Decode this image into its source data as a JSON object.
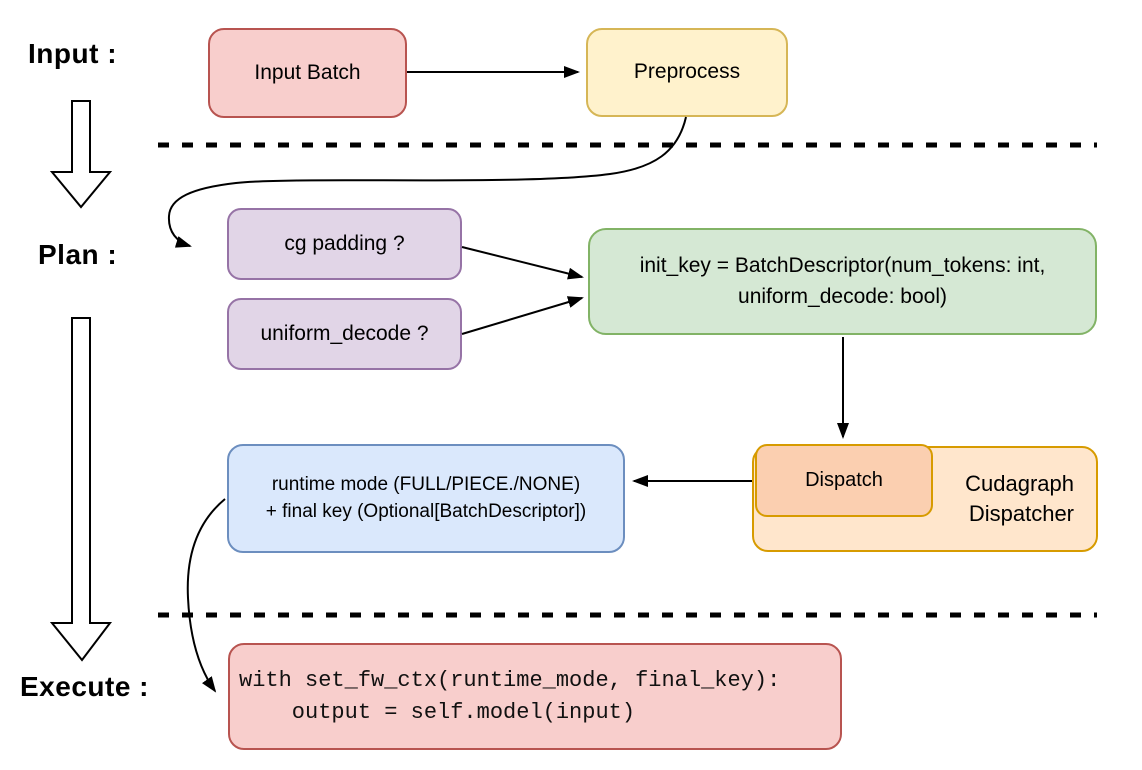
{
  "stage_labels": {
    "input": "Input :",
    "plan": "Plan :",
    "execute": "Execute :"
  },
  "nodes": {
    "input_batch": {
      "label": "Input Batch"
    },
    "preprocess": {
      "label": "Preprocess"
    },
    "cg_padding": {
      "label": "cg padding ?"
    },
    "uniform_decode": {
      "label": "uniform_decode ?"
    },
    "init_key": {
      "line1": "init_key = BatchDescriptor(num_tokens: int,",
      "line2": "uniform_decode: bool)"
    },
    "dispatch": {
      "label": "Dispatch"
    },
    "cudagraph_dispatcher": {
      "line1": "Cudagraph",
      "line2": "Dispatcher"
    },
    "runtime_mode": {
      "line1": "runtime mode (FULL/PIECE./NONE)",
      "line2": "+ final key (Optional[BatchDescriptor])"
    },
    "execute_code": {
      "line1": "with set_fw_ctx(runtime_mode, final_key):",
      "line2": "    output = self.model(input)"
    }
  },
  "colors": {
    "red-fill": "#f8cecc",
    "red-stroke": "#b85450",
    "yellow-fill": "#fff2cc",
    "yellow-stroke": "#d6b656",
    "purple-fill": "#e1d5e7",
    "purple-stroke": "#9673a6",
    "green-fill": "#d5e8d4",
    "green-stroke": "#82b366",
    "orange-fill": "#ffe6cc",
    "orange-stroke": "#d79b00",
    "salmon-fill": "#fbcfb0",
    "blue-fill": "#dae8fc",
    "blue-stroke": "#6c8ebf",
    "line": "#000000"
  }
}
